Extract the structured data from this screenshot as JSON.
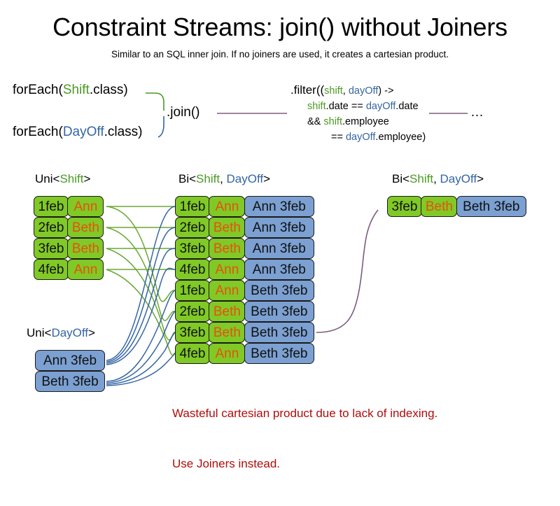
{
  "header": {
    "title": "Constraint Streams: join() without Joiners",
    "subtitle": "Similar to an SQL inner join. If no joiners are used, it creates a cartesian product."
  },
  "code": {
    "forEachShift": {
      "prefix": "forEach(",
      "type": "Shift",
      "suffix": ".class)"
    },
    "forEachDayOff": {
      "prefix": "forEach(",
      "type": "DayOff",
      "suffix": ".class)"
    },
    "join": ".join()",
    "filter": {
      "line1_a": ".filter((",
      "line1_shift": "shift",
      "line1_comma": ", ",
      "line1_dayoff": "dayOff",
      "line1_b": ") ->",
      "line2_shift": "shift",
      "line2_mid": ".date == ",
      "line2_dayoff": "dayOff",
      "line2_end": ".date",
      "line3_a": "&& ",
      "line3_shift": "shift",
      "line3_end": ".employee",
      "line4_a": "== ",
      "line4_dayoff": "dayOff",
      "line4_end": ".employee)"
    },
    "ellipsis": "…"
  },
  "streams": {
    "uni_shift": {
      "header": {
        "prefix": "Uni<",
        "type": "Shift",
        "suffix": ">"
      },
      "rows": [
        {
          "date": "1feb",
          "employee": "Ann"
        },
        {
          "date": "2feb",
          "employee": "Beth"
        },
        {
          "date": "3feb",
          "employee": "Beth"
        },
        {
          "date": "4feb",
          "employee": "Ann"
        }
      ]
    },
    "uni_dayoff": {
      "header": {
        "prefix": "Uni<",
        "type": "DayOff",
        "suffix": ">"
      },
      "rows": [
        {
          "dayoff": "Ann 3feb"
        },
        {
          "dayoff": "Beth 3feb"
        }
      ]
    },
    "bi_middle": {
      "header": {
        "prefix": "Bi<",
        "type1": "Shift",
        "comma": ", ",
        "type2": "DayOff",
        "suffix": ">"
      },
      "rows": [
        {
          "date": "1feb",
          "employee": "Ann",
          "dayoff": "Ann 3feb"
        },
        {
          "date": "2feb",
          "employee": "Beth",
          "dayoff": "Ann 3feb"
        },
        {
          "date": "3feb",
          "employee": "Beth",
          "dayoff": "Ann 3feb"
        },
        {
          "date": "4feb",
          "employee": "Ann",
          "dayoff": "Ann 3feb"
        },
        {
          "date": "1feb",
          "employee": "Ann",
          "dayoff": "Beth 3feb"
        },
        {
          "date": "2feb",
          "employee": "Beth",
          "dayoff": "Beth 3feb"
        },
        {
          "date": "3feb",
          "employee": "Beth",
          "dayoff": "Beth 3feb"
        },
        {
          "date": "4feb",
          "employee": "Ann",
          "dayoff": "Beth 3feb"
        }
      ]
    },
    "bi_right": {
      "header": {
        "prefix": "Bi<",
        "type1": "Shift",
        "comma": ", ",
        "type2": "DayOff",
        "suffix": ">"
      },
      "rows": [
        {
          "date": "3feb",
          "employee": "Beth",
          "dayoff": "Beth 3feb"
        }
      ]
    }
  },
  "note": {
    "line1": "Wasteful cartesian product due to lack of indexing.",
    "line2": "Use Joiners instead."
  },
  "colors": {
    "shift_green": "#80c926",
    "dayoff_blue": "#7ba0d1",
    "employee_orange": "#e8500e",
    "type_green": "#4a9a24",
    "type_blue": "#3465a4",
    "warning_red": "#b00c0c",
    "connector_purple": "#7b5c7e"
  }
}
